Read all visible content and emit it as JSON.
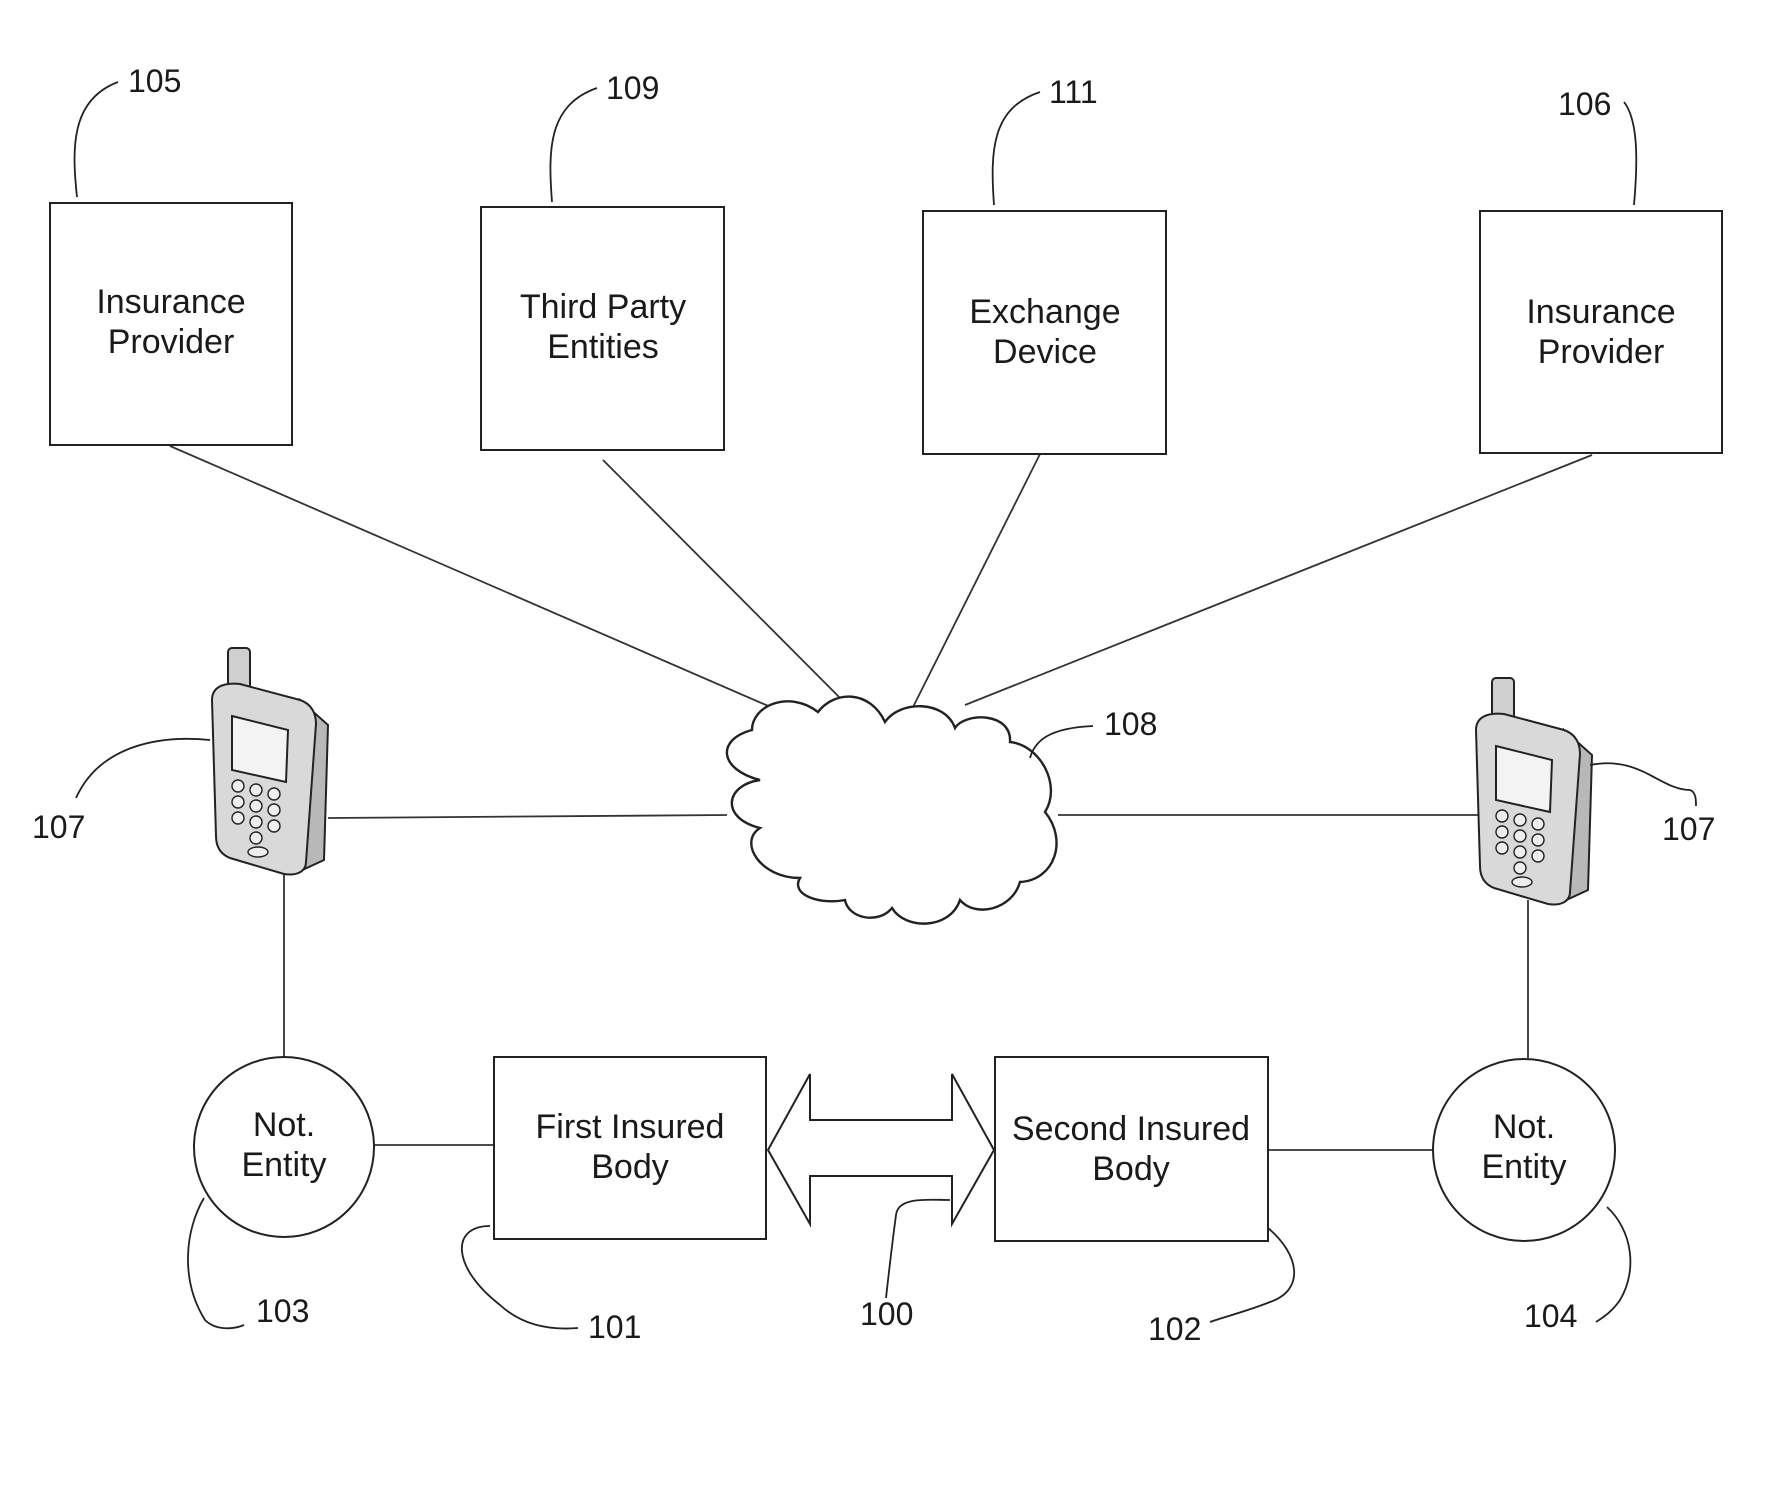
{
  "nodes": {
    "insurance_provider_left": {
      "line1": "Insurance",
      "line2": "Provider",
      "ref": "105"
    },
    "third_party": {
      "line1": "Third Party",
      "line2": "Entities",
      "ref": "109"
    },
    "exchange_device": {
      "line1": "Exchange",
      "line2": "Device",
      "ref": "111"
    },
    "insurance_provider_right": {
      "line1": "Insurance",
      "line2": "Provider",
      "ref": "106"
    },
    "network": {
      "ref": "108"
    },
    "phone_left": {
      "ref": "107"
    },
    "phone_right": {
      "ref": "107"
    },
    "not_entity_left": {
      "line1": "Not.",
      "line2": "Entity",
      "ref": "103"
    },
    "first_insured": {
      "line1": "First Insured",
      "line2": "Body",
      "ref": "101"
    },
    "second_insured": {
      "line1": "Second Insured",
      "line2": "Body",
      "ref": "102"
    },
    "not_entity_right": {
      "line1": "Not.",
      "line2": "Entity",
      "ref": "104"
    },
    "exchange_arrow": {
      "ref": "100"
    }
  },
  "icons": {
    "network": "cloud-icon",
    "phone": "mobile-phone-icon",
    "exchange": "double-arrow-icon"
  }
}
